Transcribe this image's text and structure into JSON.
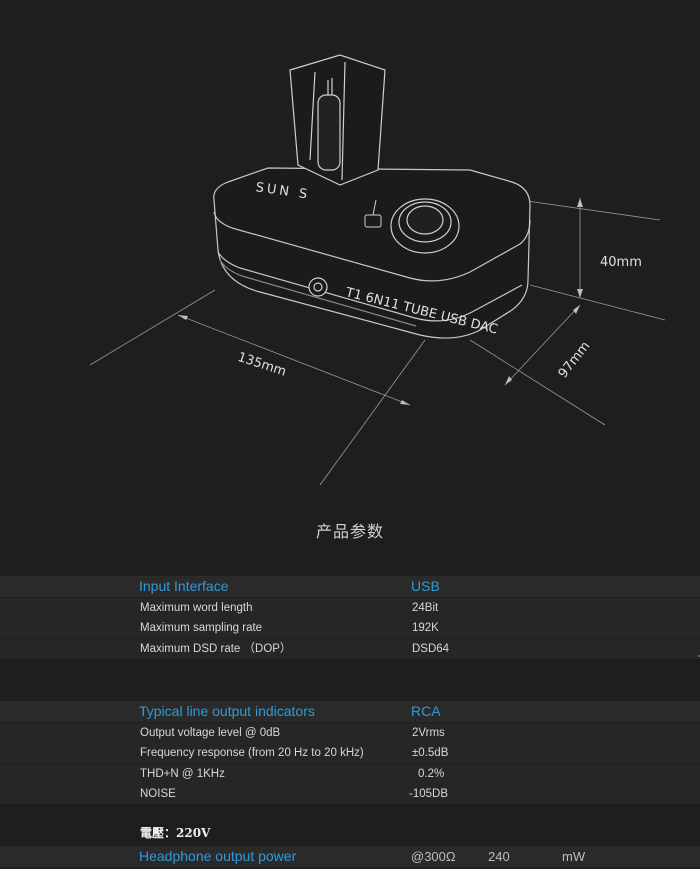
{
  "drawing": {
    "brand_logo": "SUN S",
    "device_label": "T1 6N11 TUBE USB DAC",
    "dim_width": "135mm",
    "dim_height": "40mm",
    "dim_depth": "97mm"
  },
  "section_title": "产品参数",
  "specs": [
    {
      "title": "Input Interface",
      "value": "USB",
      "rows": [
        {
          "label": "Maximum word length",
          "value": "24Bit"
        },
        {
          "label": "Maximum sampling rate",
          "value": "192K"
        },
        {
          "label": "Maximum DSD rate （DOP）",
          "value": "DSD64"
        }
      ]
    },
    {
      "title": "Typical line output indicators",
      "value": "RCA",
      "rows": [
        {
          "label": "Output voltage level @ 0dB",
          "value": "2Vrms"
        },
        {
          "label": "Frequency response (from 20 Hz to 20 kHz)",
          "value": "±0.5dB"
        },
        {
          "label": "THD+N @ 1KHz",
          "value": "0.2%"
        },
        {
          "label": "NOISE",
          "value": "-105DB"
        }
      ]
    },
    {
      "title": "Headphone output power",
      "value": "@300Ω",
      "value2": "240",
      "value3": "mW"
    }
  ],
  "voltage_note": "電壓：220V"
}
